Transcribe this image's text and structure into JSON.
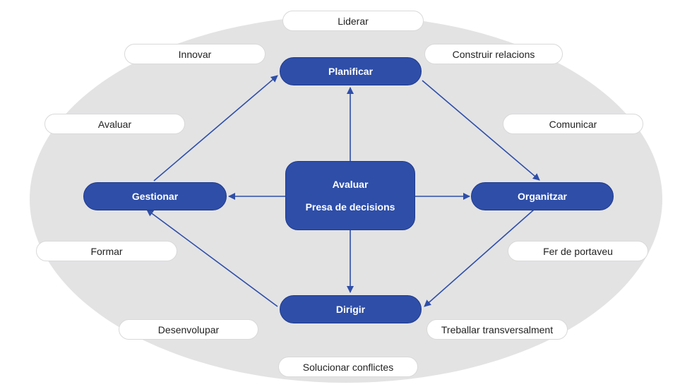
{
  "colors": {
    "node_fill": "#2e4ea8",
    "arrow": "#2e4ea8",
    "ellipse": "#e3e3e4"
  },
  "center": {
    "line1": "Avaluar",
    "line2": "Presa de decisions"
  },
  "nodes": {
    "planificar": "Planificar",
    "organitzar": "Organitzar",
    "dirigir": "Dirigir",
    "gestionar": "Gestionar"
  },
  "skills": {
    "liderar": "Liderar",
    "innovar": "Innovar",
    "construir_relacions": "Construir relacions",
    "avaluar": "Avaluar",
    "comunicar": "Comunicar",
    "formar": "Formar",
    "fer_de_portaveu": "Fer de portaveu",
    "desenvolupar": "Desenvolupar",
    "treballar_transversalment": "Treballar transversalment",
    "solucionar_conflictes": "Solucionar conflictes"
  }
}
